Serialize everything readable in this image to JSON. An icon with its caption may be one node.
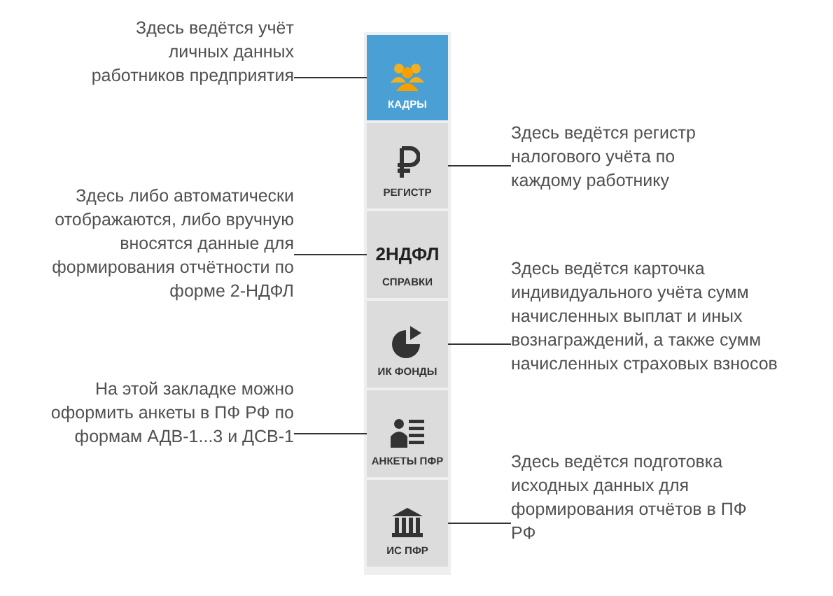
{
  "diagram": {
    "nodes": [
      {
        "text": [
          "Здесь ведётся учёт личных данных работников предприятия"
        ]
      },
      {
        "text": [
          "КАДРЫ"
        ]
      },
      {
        "text": [
          "РЕГИСТР"
        ]
      },
      {
        "text": [
          "Здесь ведётся регистр налогового учёта по каждому работнику"
        ]
      },
      {
        "text": [
          "Здесь либо автоматически отображаются, либо вручную вносятся данные для формирования отчётности по форме 2-НДФЛ"
        ]
      },
      {
        "text": [
          "2НДФЛ",
          "СПРАВКИ"
        ]
      },
      {
        "text": [
          "ИК ФОНДЫ"
        ]
      },
      {
        "text": [
          "Здесь ведётся карточка индивидуального учёта сумм начисленных выплат и иных вознаграждений, а также сумм начисленных страховых взносов"
        ]
      },
      {
        "text": [
          "На этой закладке можно оформить анкеты в ПФ РФ по формам АДВ-1...3 и ДСВ-1"
        ]
      },
      {
        "text": [
          "АНКЕТЫ ПФР"
        ]
      },
      {
        "text": [
          "ИС ПФР"
        ]
      },
      {
        "text": [
          "Здесь ведётся подготовка исходных данных для формирования отчётов в ПФ РФ"
        ]
      }
    ],
    "edges": [
      {
        "from": 0,
        "to": 1,
        "arrow": "none"
      },
      {
        "from": 3,
        "to": 2,
        "arrow": "none"
      },
      {
        "from": 4,
        "to": 5,
        "arrow": "none"
      },
      {
        "from": 7,
        "to": 6,
        "arrow": "none"
      },
      {
        "from": 8,
        "to": 9,
        "arrow": "none"
      },
      {
        "from": 11,
        "to": 10,
        "arrow": "none"
      }
    ]
  }
}
